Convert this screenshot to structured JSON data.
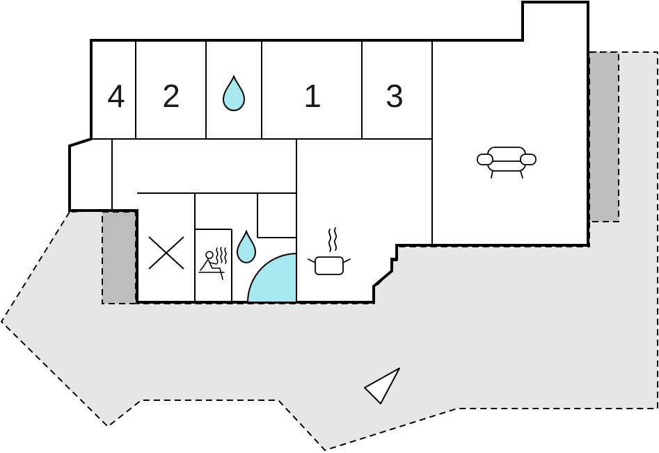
{
  "rooms": {
    "room_4": "4",
    "room_2": "2",
    "room_1": "1",
    "room_3": "3"
  },
  "icons": {
    "bathroom_top": "water-drop-icon",
    "bathroom_bottom": "water-drop-icon",
    "sauna": "sauna-icon",
    "kitchen": "cooking-pot-icon",
    "living": "sofa-icon",
    "storage": "cross-icon",
    "north": "north-arrow-icon",
    "shower": "shower-icon"
  },
  "colors": {
    "terrace": "#e6e6e6",
    "balcony": "#bdbdbd",
    "water": "#a6e8ef",
    "wall": "#000000"
  }
}
